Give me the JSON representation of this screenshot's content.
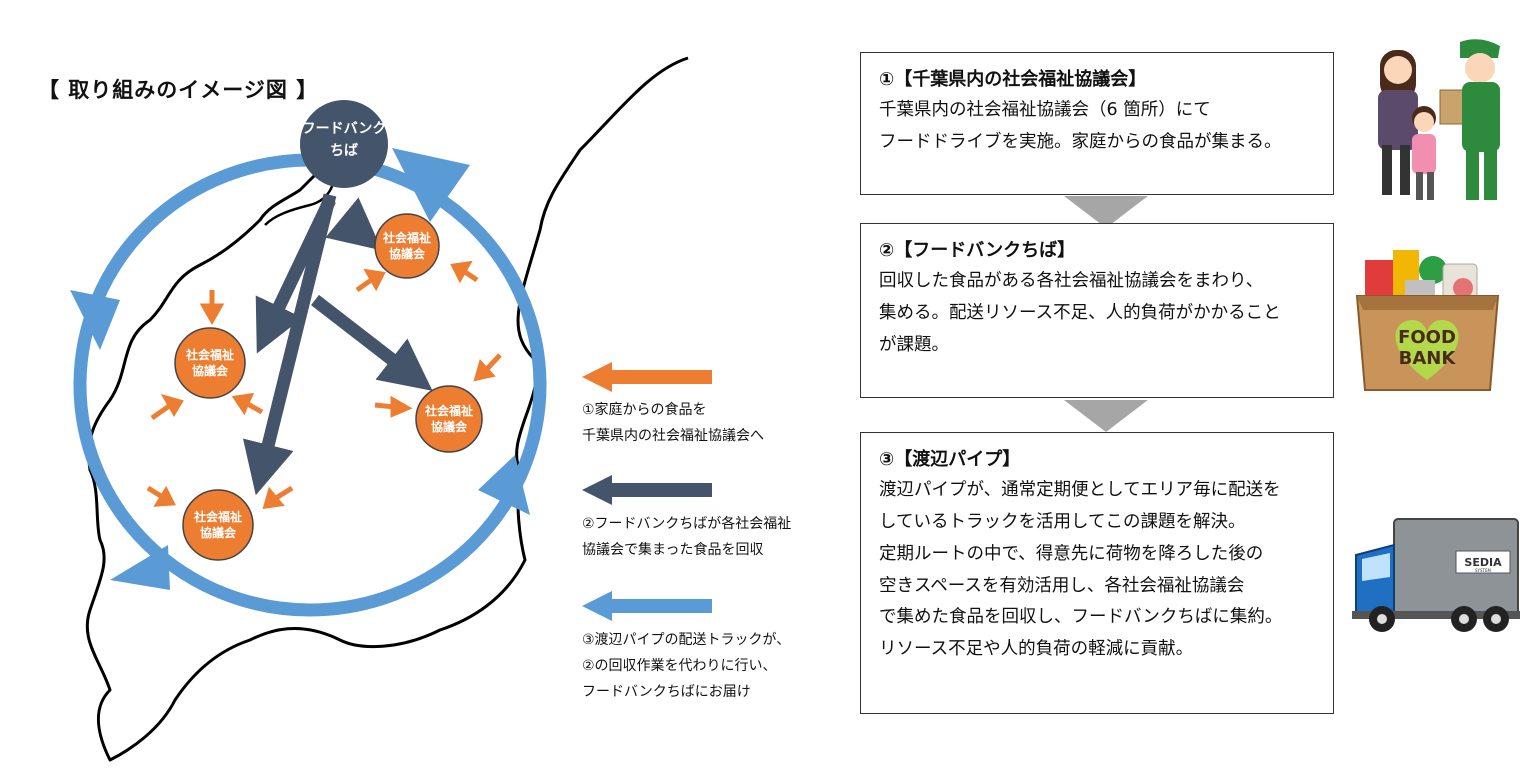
{
  "title": "【 取り組みのイメージ図 】",
  "map": {
    "hub": {
      "line1": "フードバンク",
      "line2": "ちば"
    },
    "council": {
      "line1": "社会福祉",
      "line2": "協議会"
    }
  },
  "legend": [
    {
      "color": "#ed7d31",
      "lines": [
        "①家庭からの食品を",
        "千葉県内の社会福祉協議会へ"
      ]
    },
    {
      "color": "#44546a",
      "lines": [
        "②フードバンクちばが各社会福祉",
        "協議会で集まった食品を回収"
      ]
    },
    {
      "color": "#5b9bd5",
      "lines": [
        "③渡辺パイプの配送トラックが、",
        "②の回収作業を代わりに行い、",
        "フードバンクちばにお届け"
      ]
    }
  ],
  "steps": [
    {
      "title": "①【千葉県内の社会福祉協議会】",
      "lines": [
        "千葉県内の社会福祉協議会（6 箇所）にて",
        "フードドライブを実施。家庭からの食品が集まる。"
      ]
    },
    {
      "title": "②【フードバンクちば】",
      "lines": [
        "回収した食品がある各社会福祉協議会をまわり、",
        "集める。配送リソース不足、人的負荷がかかること",
        "が課題。"
      ]
    },
    {
      "title": "③【渡辺パイプ】",
      "lines": [
        "渡辺パイプが、通常定期便としてエリア毎に配送を",
        "しているトラックを活用してこの課題を解決。",
        "定期ルートの中で、得意先に荷物を降ろした後の",
        "空きスペースを有効活用し、各社会福祉協議会",
        "で集めた食品を回収し、フードバンクちばに集約。",
        "リソース不足や人的負荷の軽減に貢献。"
      ]
    }
  ],
  "illustrations": {
    "foodbox": {
      "line1": "FOOD",
      "line2": "BANK"
    },
    "truck": {
      "brand": "SEDIA",
      "sub": "SYSTEM"
    }
  },
  "colors": {
    "orange": "#ed7d31",
    "navy": "#44546a",
    "blue": "#5b9bd5",
    "gray": "#a6a6a6"
  }
}
